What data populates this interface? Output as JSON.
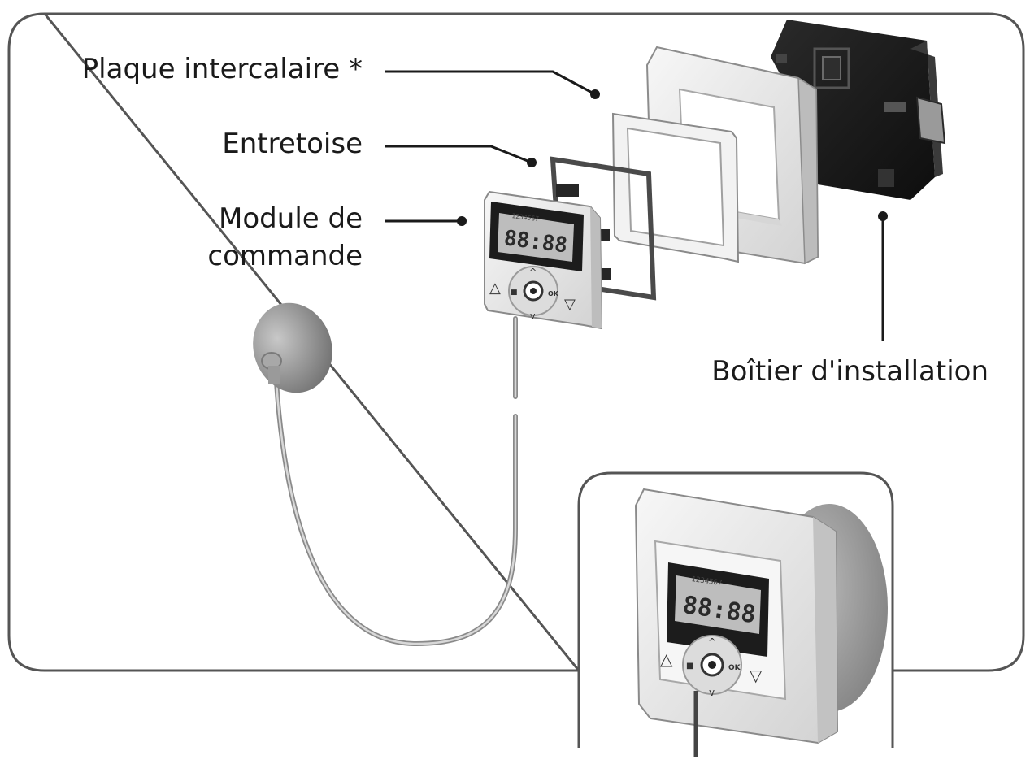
{
  "labels": {
    "plaque": "Plaque intercalaire *",
    "entretoise": "Entretoise",
    "module_line1": "Module de",
    "module_line2": "commande",
    "boitier": "Boîtier d'installation"
  },
  "module_keys": {
    "up": "△",
    "down": "▽",
    "stop": "■",
    "ok": "OK",
    "nav_up": "^",
    "nav_down": "v"
  },
  "lcd": {
    "digits": "88:88",
    "days": "1234567"
  },
  "colors": {
    "frame": "#555555",
    "ink": "#1a1a1a",
    "device_light": "#ededed",
    "device_mid": "#cfcfcf",
    "device_dark": "#1c1c1c",
    "lcd": "#bdbdbd"
  }
}
